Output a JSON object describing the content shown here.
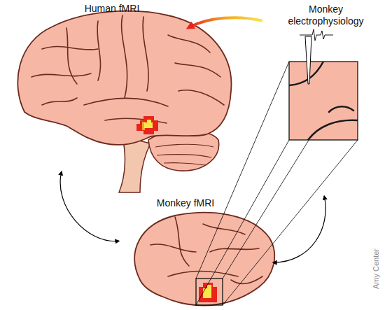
{
  "diagram": {
    "nodes": [
      {
        "text": [
          "Human fMRI"
        ]
      },
      {
        "text": [
          "Monkey electrophysiology"
        ]
      },
      {
        "text": [
          "Monkey fMRI"
        ]
      }
    ],
    "edges": [
      {
        "from": 1,
        "to": 0,
        "arrow": "to"
      },
      {
        "from": 0,
        "to": 2,
        "arrow": "both"
      },
      {
        "from": 2,
        "to": 1,
        "arrow": "both"
      }
    ],
    "labels": [
      "Amy Center"
    ]
  }
}
